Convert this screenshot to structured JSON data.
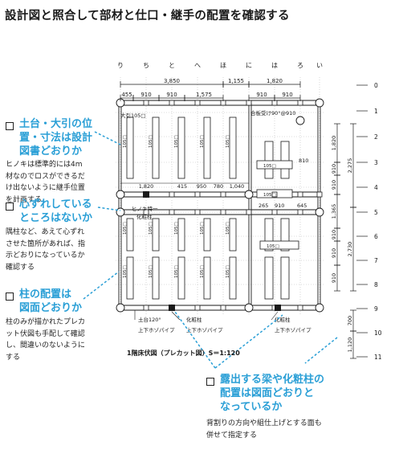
{
  "title": "設計図と照合して部材と仕口・継手の配置を確認する",
  "checks": [
    {
      "heading": [
        "土台・大引の位",
        "置・寸法は設計",
        "図書どおりか"
      ],
      "note": [
        "ヒノキは標準的には4m",
        "材なのでロスができるだ",
        "け出ないように継手位置",
        "を計画する"
      ]
    },
    {
      "heading": [
        "心ずれしている",
        "ところはないか"
      ],
      "note": [
        "隅柱など、あえて心ずれ",
        "させた箇所があれば、指",
        "示どおりになっているか",
        "確認する"
      ]
    },
    {
      "heading": [
        "柱の配置は",
        "図面どおりか"
      ],
      "note": [
        "柱のみが描かれたプレカ",
        "ット伏図も手配して確認",
        "し、間違いのないように",
        "する"
      ]
    },
    {
      "heading": [
        "露出する梁や化粧柱の",
        "配置は図面どおりと",
        "なっているか"
      ],
      "note": [
        "背割りの方向や組仕上げとする面も",
        "併せて指定する"
      ]
    }
  ],
  "plan": {
    "grid_letters": [
      "り",
      "ち",
      "と",
      "へ",
      "ほ",
      "に",
      "は",
      "ろ",
      "い"
    ],
    "grid_numbers": [
      "0",
      "1",
      "2",
      "3",
      "4",
      "5",
      "6",
      "7",
      "8",
      "9",
      "10",
      "11"
    ],
    "top_dims_row1": [
      "3,850",
      "1,155",
      "1,820"
    ],
    "top_dims_row2": [
      "455",
      "910",
      "910",
      "1,575",
      "910",
      "910"
    ],
    "mid_dims": [
      "1,820",
      "415",
      "950",
      "780",
      "1,040"
    ],
    "right_dims_inner": [
      "1,820",
      "910",
      "910",
      "1,365",
      "910",
      "910",
      "910"
    ],
    "right_dims_outer": [
      "2,275",
      "2,730"
    ],
    "right_dims_bottom": [
      "700",
      "1,120"
    ],
    "dim_810": "810",
    "dim_row_265": [
      "265",
      "910",
      "645"
    ],
    "beam_label": "105□",
    "labels": {
      "obiki": "大引105□",
      "gobanuke": "合板受け90°@910",
      "hinoki1": "ヒノキ特一",
      "hinoki2": "化粧柱",
      "dodai": "土台120°",
      "hozo1": "上下ホゾパイプ",
      "kesho": "化粧柱",
      "hozo2": "上下ホゾパイプ",
      "kesho2": "化粧柱",
      "hozo3": "上下ホゾパイプ"
    },
    "caption": "1階床伏図（プレカット図）S＝1:120"
  },
  "colors": {
    "accent": "#2a9fd6",
    "ink": "#1a1a1a"
  }
}
